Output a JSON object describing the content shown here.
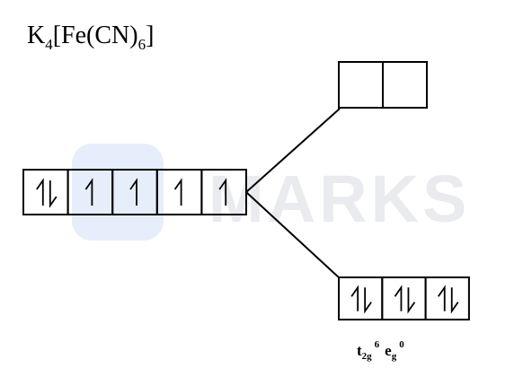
{
  "formula": {
    "base": "K",
    "sub1": "4",
    "bracket_open": "[Fe(CN)",
    "sub2": "6",
    "bracket_close": "]"
  },
  "watermark": {
    "text": "MARKS",
    "color": "#e9ebee",
    "logo_color": "#e6eefb"
  },
  "left_orbitals": [
    {
      "spin": "paired"
    },
    {
      "spin": "up"
    },
    {
      "spin": "up"
    },
    {
      "spin": "up"
    },
    {
      "spin": "up"
    }
  ],
  "upper_orbitals": [
    {
      "spin": "empty"
    },
    {
      "spin": "empty"
    }
  ],
  "lower_orbitals": [
    {
      "spin": "paired"
    },
    {
      "spin": "paired"
    },
    {
      "spin": "paired"
    }
  ],
  "configuration": {
    "t_base": "t",
    "t_sub": "2g",
    "t_sup": "6",
    "e_base": "e",
    "e_sub": "g",
    "e_sup": "0"
  },
  "colors": {
    "line": "#000000",
    "background": "#ffffff"
  }
}
